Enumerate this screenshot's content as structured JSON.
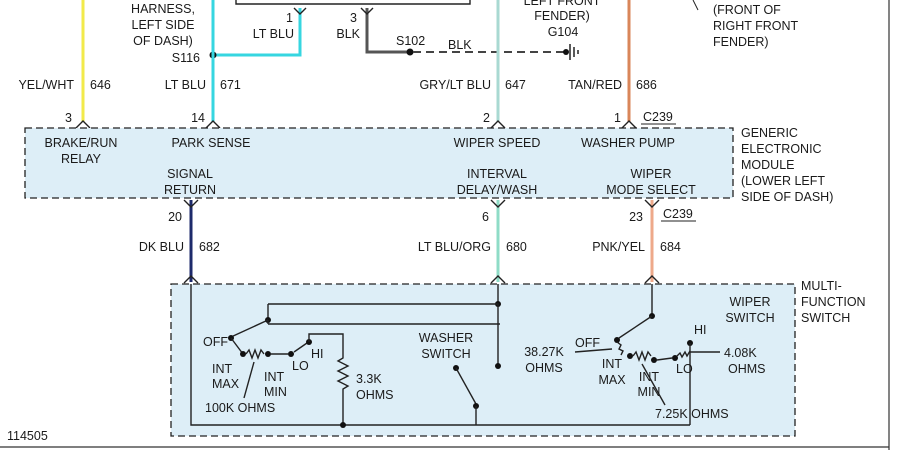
{
  "top": {
    "harness_note": [
      "HARNESS,",
      "LEFT SIDE",
      "OF DASH)"
    ],
    "lt_blu_pin": "1",
    "lt_blu_color": "LT BLU",
    "blk_pin": "3",
    "blk_color": "BLK",
    "splice_s116": "S116",
    "splice_s102": "S102",
    "blk_color_2": "BLK",
    "ground_note": [
      "LEFT FRONT",
      "FENDER)"
    ],
    "ground_id": "G104",
    "right_note": [
      "(FRONT OF",
      "RIGHT FRONT",
      "FENDER)"
    ]
  },
  "wires_upper": [
    {
      "color_label": "YEL/WHT",
      "circuit": "646",
      "pin": "3",
      "color": "#f2ea4a"
    },
    {
      "color_label": "LT BLU",
      "circuit": "671",
      "pin": "14",
      "color": "#36d6e0"
    },
    {
      "color_label": "GRY/LT BLU",
      "circuit": "647",
      "pin": "2",
      "color": "#a9d9d2"
    },
    {
      "color_label": "TAN/RED",
      "circuit": "686",
      "pin": "1",
      "color": "#d9865a"
    }
  ],
  "connector_top": "C239",
  "connector_bottom": "C239",
  "module": {
    "title": [
      "GENERIC",
      "ELECTRONIC",
      "MODULE",
      "(LOWER LEFT",
      "SIDE OF DASH)"
    ],
    "brake_run": [
      "BRAKE/RUN",
      "RELAY"
    ],
    "park_sense": "PARK SENSE",
    "wiper_speed": "WIPER SPEED",
    "washer_pump": "WASHER PUMP",
    "signal_return": [
      "SIGNAL",
      "RETURN"
    ],
    "interval": [
      "INTERVAL",
      "DELAY/WASH"
    ],
    "wiper_mode": [
      "WIPER",
      "MODE SELECT"
    ]
  },
  "wires_lower": [
    {
      "pin": "20",
      "color_label": "DK BLU",
      "circuit": "682",
      "color": "#1d2a6b"
    },
    {
      "pin": "6",
      "color_label": "LT BLU/ORG",
      "circuit": "680",
      "color": "#8fdcc7"
    },
    {
      "pin": "23",
      "color_label": "PNK/YEL",
      "circuit": "684",
      "color": "#eea98a"
    }
  ],
  "switch": {
    "title": [
      "MULTI-",
      "FUNCTION",
      "SWITCH"
    ],
    "wiper_switch": [
      "WIPER",
      "SWITCH"
    ],
    "washer_switch": [
      "WASHER",
      "SWITCH"
    ],
    "left": {
      "off": "OFF",
      "int_max": [
        "INT",
        "MAX"
      ],
      "int_min": [
        "INT",
        "MIN"
      ],
      "lo": "LO",
      "hi": "HI",
      "r_100k": "100K OHMS",
      "r_3_3k": [
        "3.3K",
        "OHMS"
      ]
    },
    "right": {
      "off": "OFF",
      "r_38k": [
        "38.27K",
        "OHMS"
      ],
      "int_max": [
        "INT",
        "MAX"
      ],
      "int_min": [
        "INT",
        "MIN"
      ],
      "lo": "LO",
      "hi": "HI",
      "r_4k": [
        "4.08K",
        "OHMS"
      ],
      "r_7k": "7.25K  OHMS"
    }
  },
  "figure_id": "114505"
}
